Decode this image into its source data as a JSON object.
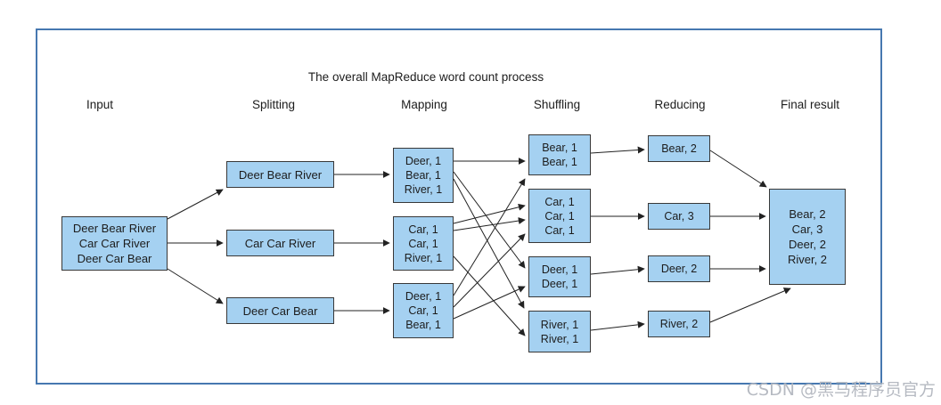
{
  "diagram": {
    "title": "The overall MapReduce word count process",
    "columns": [
      "Input",
      "Splitting",
      "Mapping",
      "Shuffling",
      "Reducing",
      "Final result"
    ],
    "nodes": {
      "input": "Deer Bear River\nCar Car River\nDeer Car Bear",
      "split1": "Deer Bear River",
      "split2": "Car Car River",
      "split3": "Deer Car Bear",
      "map1": "Deer, 1\nBear, 1\nRiver, 1",
      "map2": "Car, 1\nCar, 1\nRiver, 1",
      "map3": "Deer, 1\nCar, 1\nBear, 1",
      "shuffle1": "Bear, 1\nBear, 1",
      "shuffle2": "Car, 1\nCar, 1\nCar, 1",
      "shuffle3": "Deer, 1\nDeer, 1",
      "shuffle4": "River, 1\nRiver, 1",
      "reduce1": "Bear, 2",
      "reduce2": "Car, 3",
      "reduce3": "Deer, 2",
      "reduce4": "River, 2",
      "final": "Bear, 2\nCar, 3\nDeer, 2\nRiver, 2"
    },
    "edges": [
      "input->split1",
      "input->split2",
      "input->split3",
      "split1->map1",
      "split2->map2",
      "split3->map3",
      "map1->shuffle1",
      "map1->shuffle3",
      "map1->shuffle4",
      "map2->shuffle2",
      "map2->shuffle2",
      "map2->shuffle4",
      "map3->shuffle1",
      "map3->shuffle2",
      "map3->shuffle3",
      "shuffle1->reduce1",
      "shuffle2->reduce2",
      "shuffle3->reduce3",
      "shuffle4->reduce4",
      "reduce1->final",
      "reduce2->final",
      "reduce3->final",
      "reduce4->final"
    ]
  },
  "watermark": "CSDN @黑马程序员官方",
  "colors": {
    "node_fill": "#a5d1f1",
    "node_border": "#383838",
    "frame_border": "#4678b0",
    "arrow": "#222222",
    "text": "#1c1c1c",
    "watermark": "#b6bac2"
  }
}
